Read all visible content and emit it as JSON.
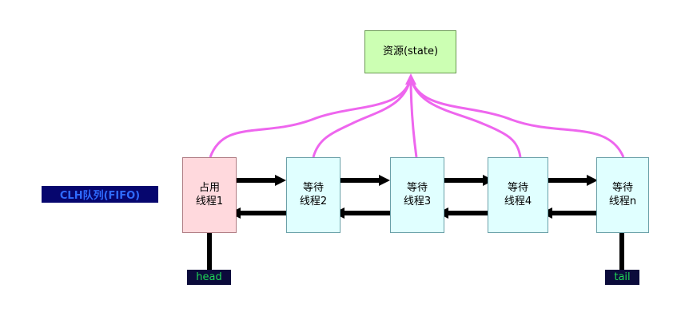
{
  "diagram": {
    "title_label": "CLH队列(FIFO)",
    "resource": {
      "label": "资源(state)"
    },
    "nodes": [
      {
        "name": "holder-thread-1",
        "label": "占用\n线程1"
      },
      {
        "name": "waiting-thread-2",
        "label": "等待\n线程2"
      },
      {
        "name": "waiting-thread-3",
        "label": "等待\n线程3"
      },
      {
        "name": "waiting-thread-4",
        "label": "等待\n线程4"
      },
      {
        "name": "waiting-thread-n",
        "label": "等待\n线程n"
      }
    ],
    "tags": [
      {
        "name": "head-tag",
        "label": "head"
      },
      {
        "name": "tail-tag",
        "label": "tail"
      }
    ],
    "colors": {
      "resource_fill": "#ccffb3",
      "holder_fill": "#ffd9dd",
      "waiter_fill": "#e0ffff",
      "link_curve": "#ee66ee",
      "arrow": "#000000",
      "tag_bg": "#0b0b3b",
      "tag_text": "#1fd655",
      "clh_bg": "#06066e",
      "clh_text": "#2f6bff"
    }
  }
}
